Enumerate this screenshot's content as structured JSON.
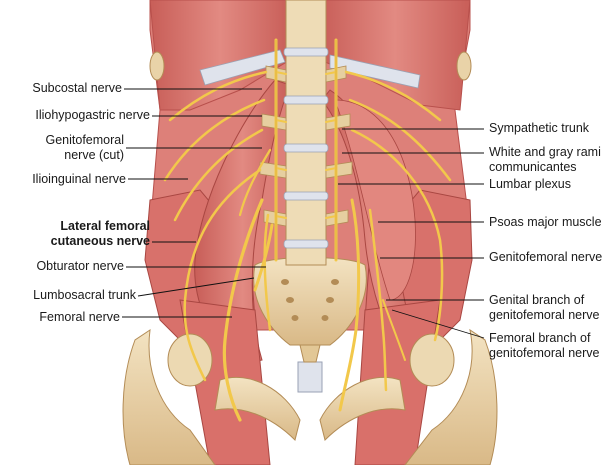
{
  "labels_left": [
    {
      "id": "subcostal",
      "text": "Subcostal nerve"
    },
    {
      "id": "iliohypogastric",
      "text": "Iliohypogastric nerve"
    },
    {
      "id": "genitofemoral-cut-1",
      "text": "Genitofemoral"
    },
    {
      "id": "genitofemoral-cut-2",
      "text": "nerve (cut)"
    },
    {
      "id": "ilioinguinal",
      "text": "Ilioinguinal nerve"
    },
    {
      "id": "lateral-femoral-1",
      "text": "Lateral femoral"
    },
    {
      "id": "lateral-femoral-2",
      "text": "cutaneous nerve"
    },
    {
      "id": "obturator",
      "text": "Obturator nerve"
    },
    {
      "id": "lumbosacral",
      "text": "Lumbosacral trunk"
    },
    {
      "id": "femoral",
      "text": "Femoral nerve"
    }
  ],
  "labels_right": [
    {
      "id": "sympathetic",
      "text": "Sympathetic trunk"
    },
    {
      "id": "rami-1",
      "text": "White and gray rami"
    },
    {
      "id": "rami-2",
      "text": "communicantes"
    },
    {
      "id": "lumbar-plexus",
      "text": "Lumbar plexus"
    },
    {
      "id": "psoas",
      "text": "Psoas major muscle"
    },
    {
      "id": "genitofemoral",
      "text": "Genitofemoral nerve"
    },
    {
      "id": "genital-branch-1",
      "text": "Genital branch of"
    },
    {
      "id": "genital-branch-2",
      "text": "genitofemoral nerve"
    },
    {
      "id": "femoral-branch-1",
      "text": "Femoral branch of"
    },
    {
      "id": "femoral-branch-2",
      "text": "genitofemoral nerve"
    }
  ],
  "colors": {
    "muscle": "#d9706a",
    "muscle_dark": "#b8504c",
    "muscle_light": "#eaa098",
    "bone": "#e9d3a8",
    "bone_shade": "#c9a873",
    "nerve": "#f2c84b",
    "nerve_edge": "#b8862a",
    "tendon": "#dfe3ec",
    "leader": "#111111"
  }
}
